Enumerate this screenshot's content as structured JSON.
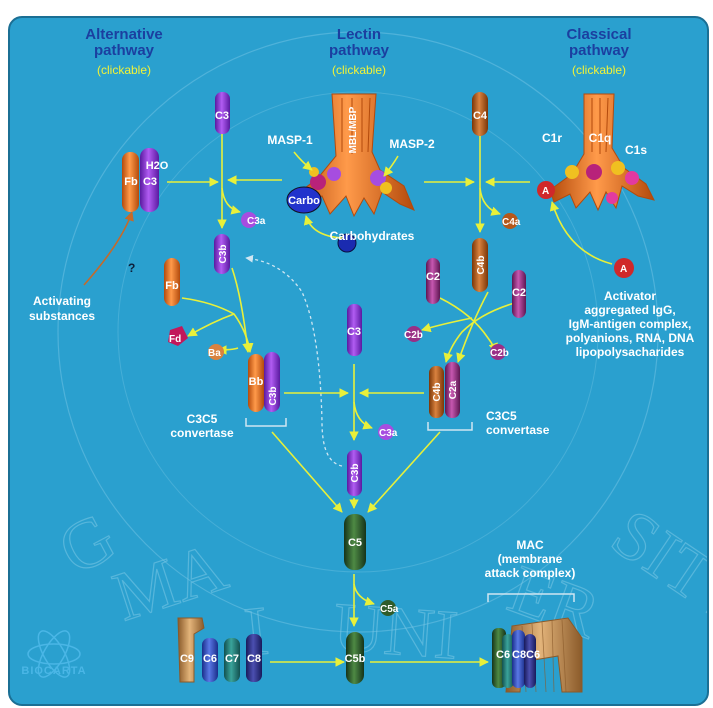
{
  "pathways": {
    "alternative": {
      "title_line1": "Alternative",
      "title_line2": "pathway",
      "note": "(clickable)"
    },
    "lectin": {
      "title_line1": "Lectin",
      "title_line2": "pathway",
      "note": "(clickable)"
    },
    "classical": {
      "title_line1": "Classical",
      "title_line2": "pathway",
      "note": "(clickable)"
    }
  },
  "molecules": {
    "c3_top": "C3",
    "fb_h2o": "Fb",
    "h2o": "H2O",
    "c3_h2o": "C3",
    "c3a_left": "C3a",
    "c3b_left": "C3b",
    "fb": "Fb",
    "fd": "Fd",
    "ba": "Ba",
    "bb": "Bb",
    "c3b_bb": "C3b",
    "c3_center": "C3",
    "c3a_center": "C3a",
    "c3b_center": "C3b",
    "c4_top": "C4",
    "c4a": "C4a",
    "c4b": "C4b",
    "c2_left": "C2",
    "c2_right": "C2",
    "c2b_left": "C2b",
    "c2b_right": "C2b",
    "c4b_conv": "C4b",
    "c2a": "C2a",
    "c5": "C5",
    "c5a": "C5a",
    "c5b": "C5b",
    "c9": "C9",
    "c6": "C6",
    "c7": "C7",
    "c8": "C8",
    "mac_label": "C6",
    "mac_label2": "C8",
    "mac_label3": "C6",
    "mbl": "MBL/MBP",
    "masp1": "MASP-1",
    "masp2": "MASP-2",
    "carbo": "Carbo",
    "carbohydrates": "Carbohydrates",
    "c1r": "C1r",
    "c1q": "C1q",
    "c1s": "C1s",
    "a_bound": "A",
    "a_free": "A"
  },
  "labels": {
    "question": "?",
    "activating_1": "Activating",
    "activating_2": "substances",
    "activator_lines": [
      "Activator",
      "aggregated IgG,",
      "IgM-antigen complex,",
      "polyanions, RNA, DNA",
      "lipopolysacharides"
    ],
    "conv_left_1": "C3C5",
    "conv_left_2": "convertase",
    "conv_right_1": "C3C5",
    "conv_right_2": "convertase",
    "mac_1": "MAC",
    "mac_2": "(membrane",
    "mac_3": "attack complex)",
    "logo": "BIOCARTA"
  },
  "colors": {
    "background": "#2aa0cf",
    "title": "#1b3fa0",
    "clickable": "#f2f236",
    "arrow": "#e8f03a",
    "c3_purple": "#8a2fd6",
    "fb_orange": "#ef6a1c",
    "c4_brown": "#b5581a",
    "c2_magenta": "#9a2f86",
    "c5_green": "#2f5c2b",
    "c9_tan": "#c9955b"
  }
}
